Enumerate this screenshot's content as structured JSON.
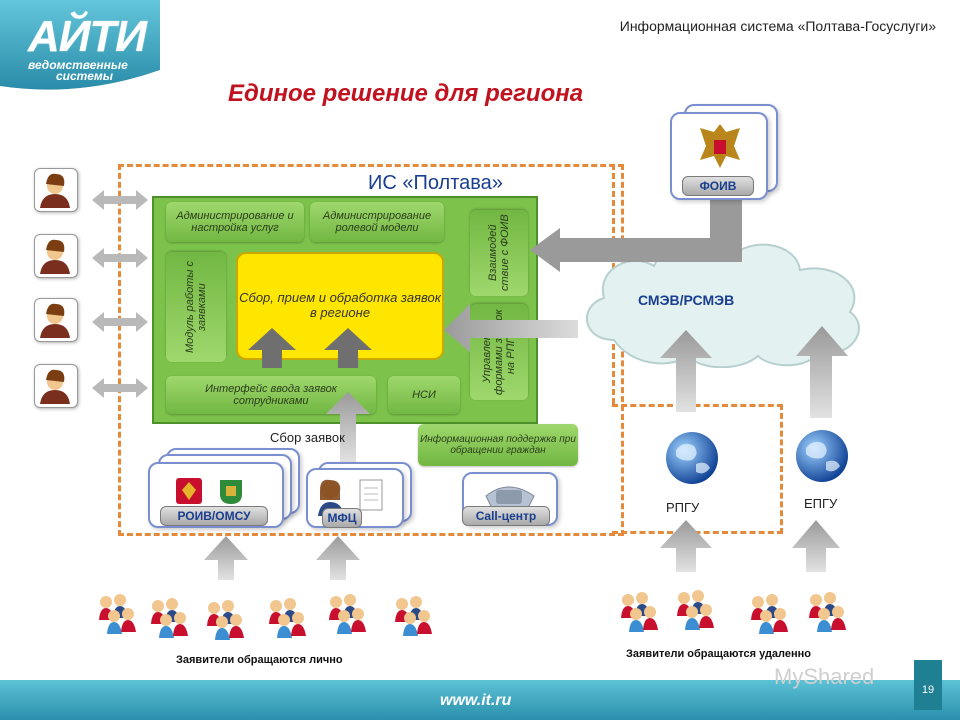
{
  "header": {
    "logo_text": "АЙТИ",
    "logo_sub_1": "ведомственные",
    "logo_sub_2": "системы",
    "top_title": "Информационная система «Полтава-Госуслуги»",
    "main_title": "Единое решение для региона"
  },
  "diagram": {
    "is_title": "ИС «Полтава»",
    "boxes": {
      "admin_services": "Администрирование и настройка услуг",
      "admin_roles": "Администрирование ролевой модели",
      "core": "Сбор, прием и обработка заявок в регионе",
      "module_requests": "Модуль работы с заявками",
      "interaction_foiv": "Взаимодей ствие с ФОИВ",
      "forms_rpgu": "Управление формами заявок на РПГУ",
      "input_interface": "Интерфейс ввода заявок сотрудниками",
      "nsi": "НСИ",
      "info_support": "Информационная поддержка при обращении граждан"
    },
    "cloud_label": "СМЭВ/РСМЭВ",
    "foiv_label": "ФОИВ",
    "roiv_label": "РОИВ/ОМСУ",
    "mfc_label": "МФЦ",
    "callcenter_label": "Call-центр",
    "collect_label": "Сбор заявок",
    "rpgu_label": "РПГУ",
    "epgu_label": "ЕПГУ",
    "applicants_personal": "Заявители обращаются лично",
    "applicants_remote": "Заявители обращаются удаленно"
  },
  "footer": {
    "url": "www.it.ru",
    "page_number": "19",
    "watermark": "MyShared"
  },
  "colors": {
    "title_red": "#c1121f",
    "dashed_orange": "#e58a3a",
    "green": "#7cc24b",
    "yellow": "#ffe600",
    "footer_teal": "#2b8fab"
  }
}
